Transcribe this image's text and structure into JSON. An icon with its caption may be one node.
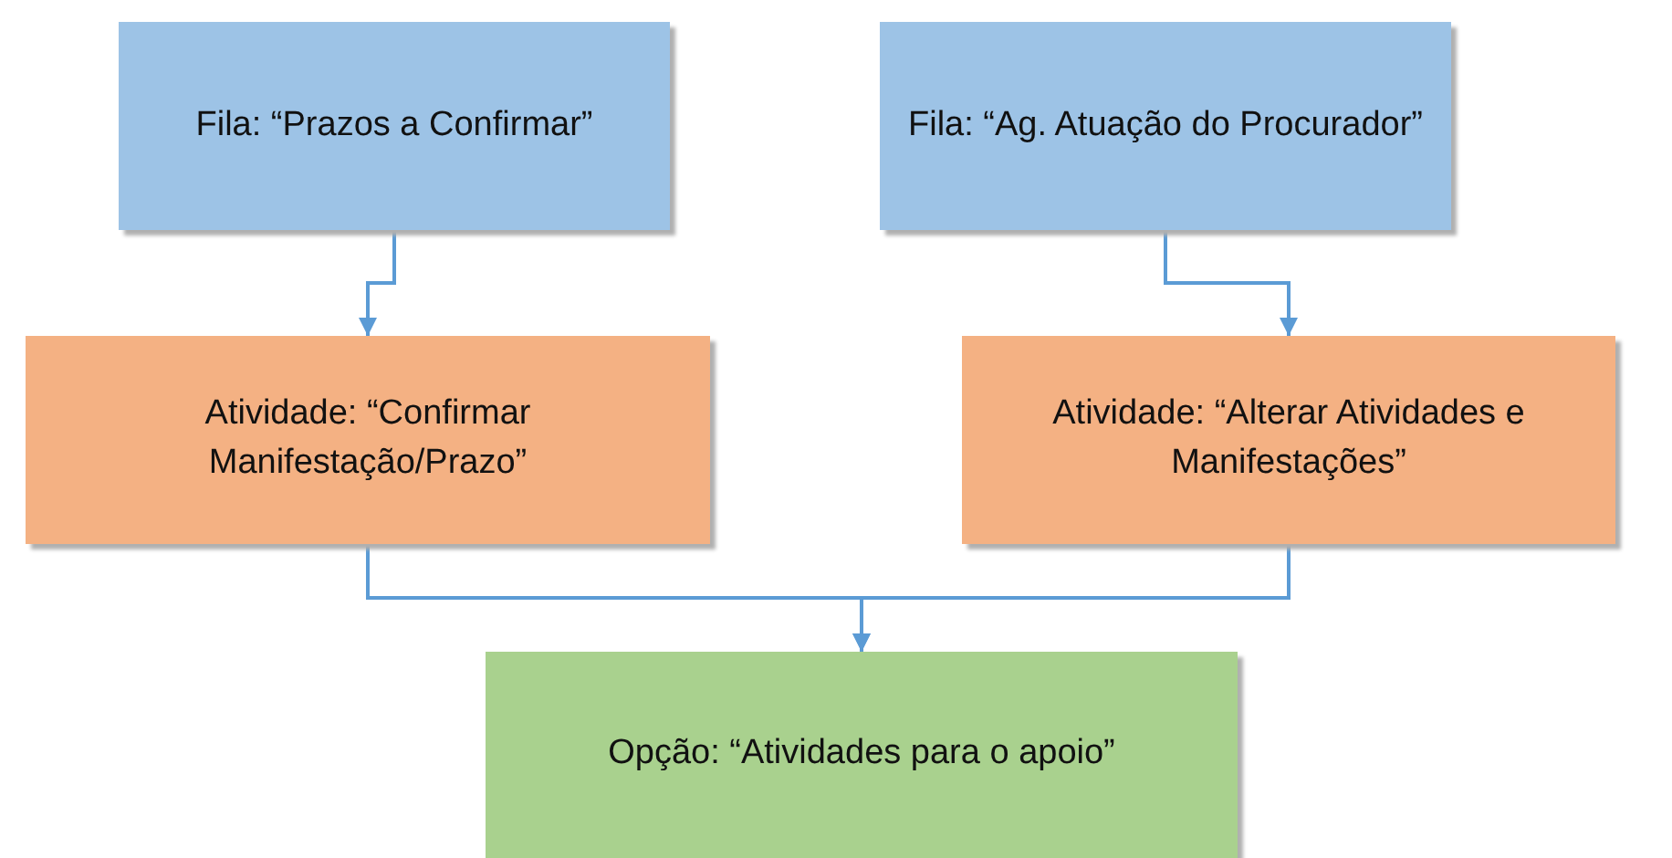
{
  "diagram": {
    "nodes": [
      {
        "text": [
          "Fila: “Prazos a Confirmar”"
        ]
      },
      {
        "text": [
          "Fila: “Ag. Atuação do Procurador”"
        ]
      },
      {
        "text": [
          "Atividade: “Confirmar Manifestação/Prazo”"
        ]
      },
      {
        "text": [
          "Atividade: “Alterar Atividades e Manifestações”"
        ]
      },
      {
        "text": [
          "Opção: “Atividades para o apoio”"
        ]
      }
    ],
    "edges": [
      {
        "from": 0,
        "to": 2,
        "arrow": "to"
      },
      {
        "from": 1,
        "to": 3,
        "arrow": "to"
      },
      {
        "from": 2,
        "to": 4,
        "arrow": "to"
      },
      {
        "from": 3,
        "to": 4,
        "arrow": "to"
      }
    ]
  }
}
